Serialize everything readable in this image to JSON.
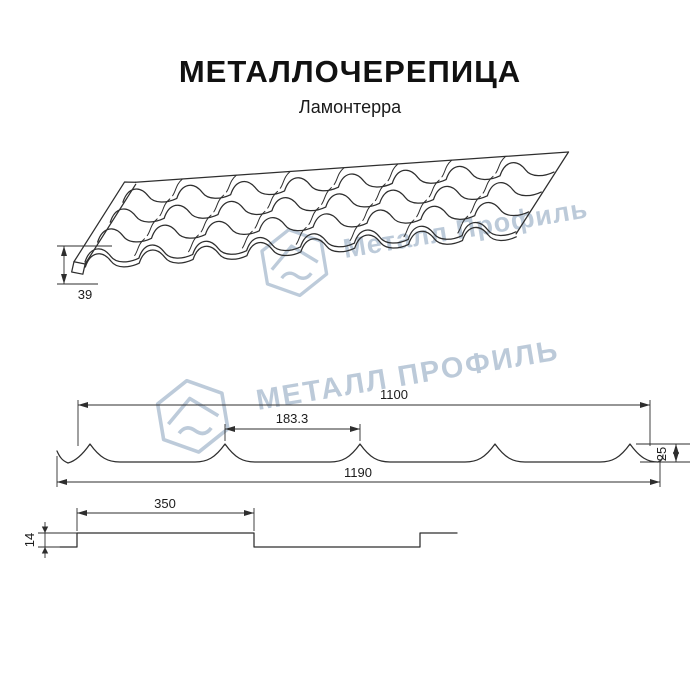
{
  "header": {
    "title": "МЕТАЛЛОЧЕРЕПИЦА",
    "subtitle": "Ламонтерра"
  },
  "watermark": {
    "text_top": "Металл Профиль",
    "text_middle": "МЕТАЛЛ ПРОФИЛЬ",
    "color": "#b9c8d8"
  },
  "perspective_view": {
    "eave_height": "39"
  },
  "cross_section": {
    "cover_width": "1100",
    "wave_pitch": "183.3",
    "profile_height": "25",
    "overall_width": "1190"
  },
  "longitudinal_profile": {
    "module_length": "350",
    "step_height": "14"
  },
  "colors": {
    "line": "#2e2e2e",
    "watermark": "#b9c8d8",
    "background": "#ffffff"
  }
}
